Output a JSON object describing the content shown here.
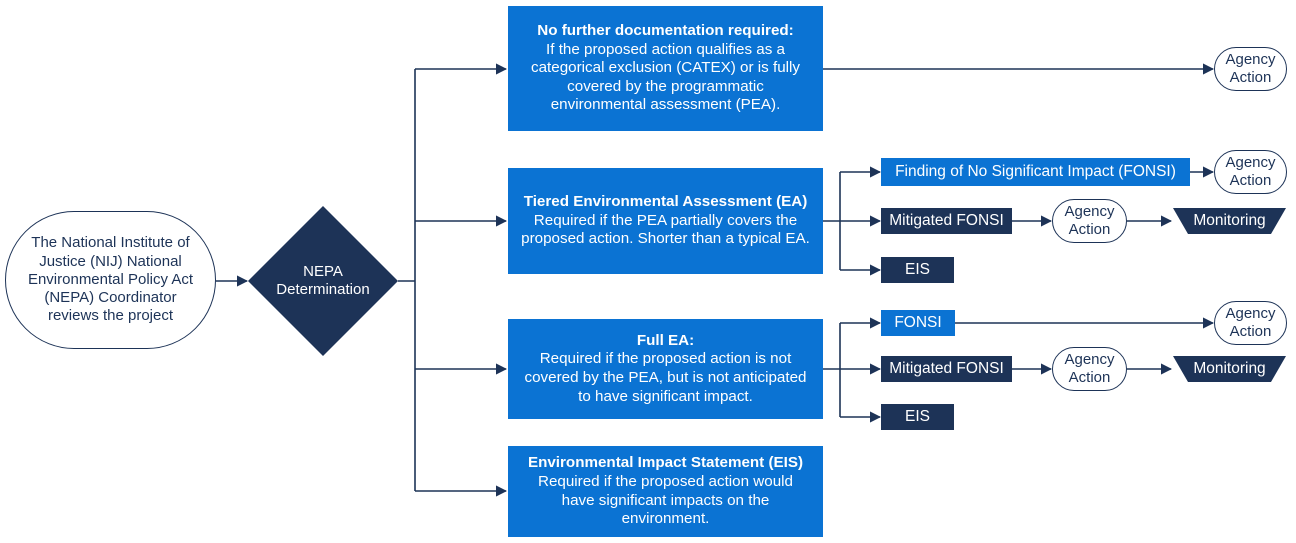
{
  "start": {
    "lines": [
      "The National Institute of",
      "Justice (NIJ) National",
      "Environmental Policy Act",
      "(NEPA) Coordinator",
      "reviews the project"
    ]
  },
  "decision": {
    "lines": [
      "NEPA",
      "Determination"
    ]
  },
  "box_no_further": {
    "heading": "No further documentation required:",
    "lines": [
      "If the proposed action qualifies as a",
      "categorical exclusion (CATEX) or is fully",
      "covered by the programmatic",
      "environmental assessment (PEA)."
    ]
  },
  "box_tiered": {
    "heading": "Tiered Environmental Assessment (EA)",
    "lines": [
      "Required if the PEA partially covers the",
      "proposed action. Shorter than a typical EA."
    ]
  },
  "box_full": {
    "heading": "Full EA:",
    "lines": [
      "Required if the proposed action is not",
      "covered by the PEA, but is not anticipated",
      "to have significant impact."
    ]
  },
  "box_eis": {
    "heading": "Environmental Impact Statement (EIS)",
    "lines": [
      "Required if the proposed action would",
      "have significant impacts on the",
      "environment."
    ]
  },
  "tiered_outcomes": {
    "fonsi": "Finding of No Significant Impact (FONSI)",
    "mitigated": "Mitigated FONSI",
    "eis": "EIS"
  },
  "full_outcomes": {
    "fonsi": "FONSI",
    "mitigated": "Mitigated FONSI",
    "eis": "EIS"
  },
  "agency_action": {
    "line1": "Agency",
    "line2": "Action"
  },
  "monitoring": "Monitoring",
  "colors": {
    "navy": "#1d3357",
    "blue": "#0b73d3"
  }
}
